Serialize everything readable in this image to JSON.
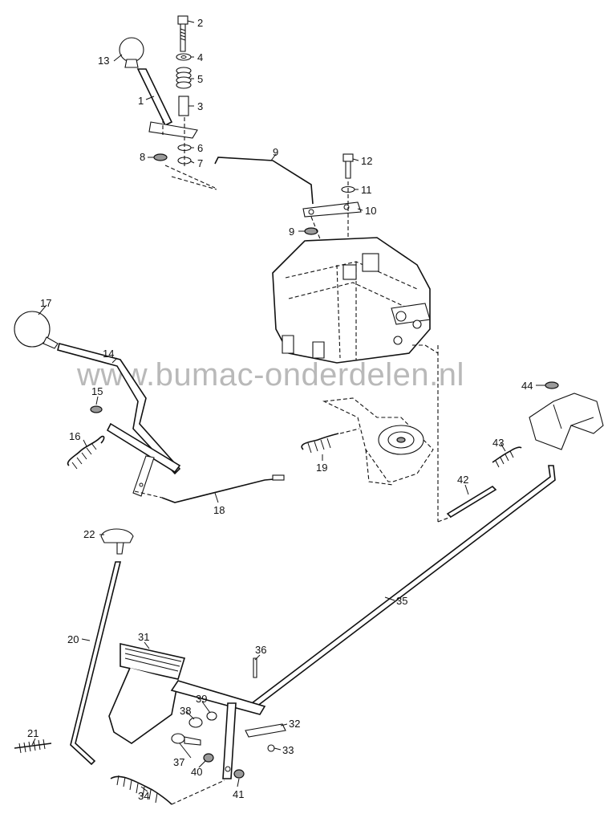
{
  "watermark": "www.bumac-onderdelen.nl",
  "callouts": [
    "1",
    "2",
    "3",
    "4",
    "5",
    "6",
    "7",
    "8",
    "9",
    "9",
    "10",
    "11",
    "12",
    "13",
    "14",
    "15",
    "16",
    "17",
    "18",
    "19",
    "20",
    "21",
    "22",
    "31",
    "32",
    "33",
    "34",
    "35",
    "36",
    "37",
    "38",
    "39",
    "40",
    "41",
    "42",
    "43",
    "44"
  ]
}
